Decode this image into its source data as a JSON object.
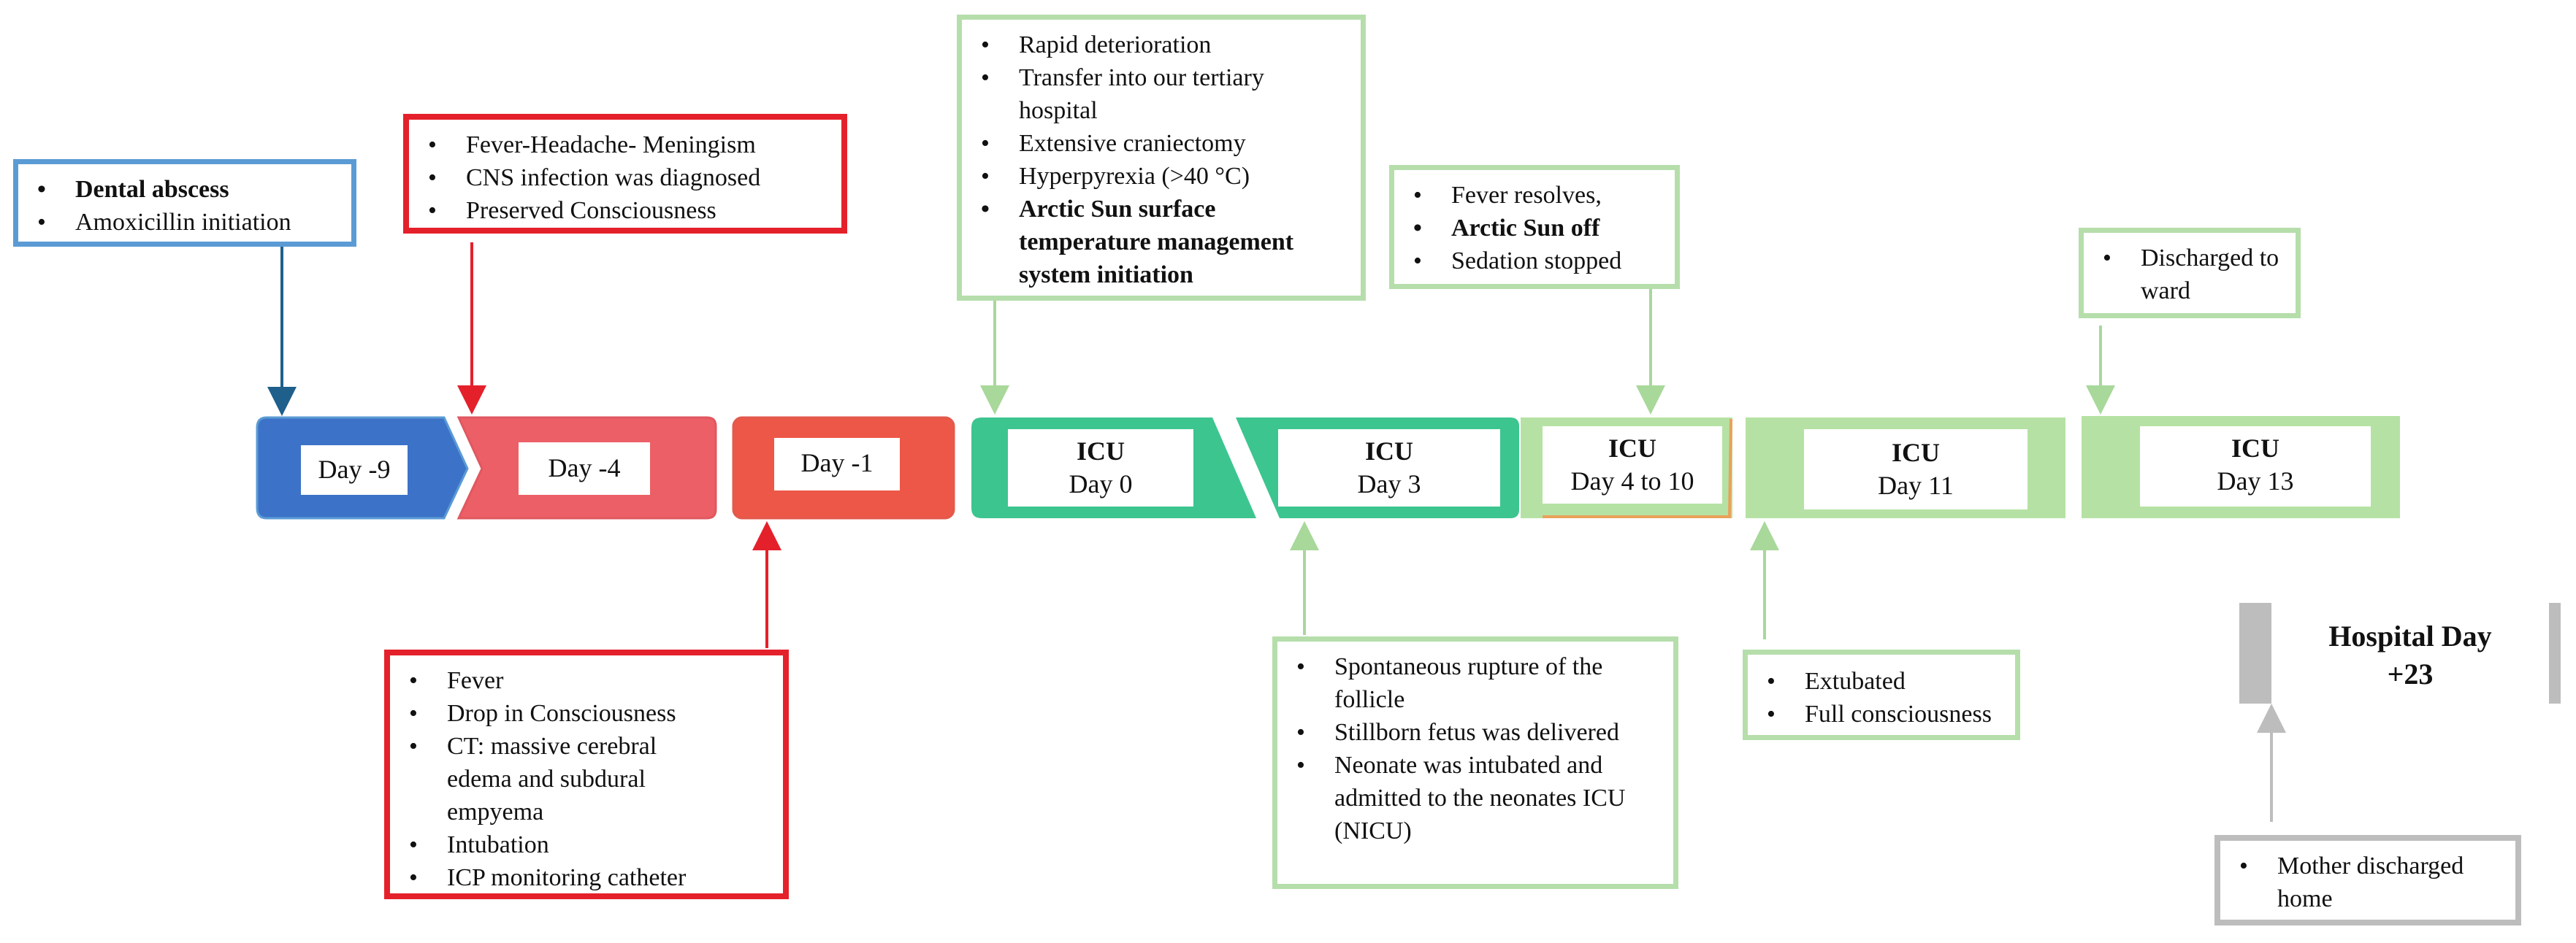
{
  "colors": {
    "blue": "#3c73c8",
    "blue_border": "#5b9bd5",
    "blue_arrow": "#1f5f8b",
    "salmon": "#ec5f66",
    "red": "#e4212b",
    "orange_red": "#ec5748",
    "teal": "#3cc58f",
    "light_green": "#b5e2a4",
    "note_green": "#b6deab",
    "gray": "#bdbdbd"
  },
  "timeline": [
    {
      "line1": "Day  -9",
      "line2": ""
    },
    {
      "line1": "Day  -4",
      "line2": ""
    },
    {
      "line1": "Day  -1",
      "line2": ""
    },
    {
      "line1": "ICU",
      "line2": "Day 0"
    },
    {
      "line1": "ICU",
      "line2": "Day 3"
    },
    {
      "line1": "ICU",
      "line2": "Day 4 to 10"
    },
    {
      "line1": "ICU",
      "line2": "Day 11"
    },
    {
      "line1": "ICU",
      "line2": "Day 13"
    }
  ],
  "notes": {
    "dental": [
      "Dental abscess",
      "Amoxicillin initiation"
    ],
    "day_minus4": [
      "Fever-Headache- Meningism",
      "CNS infection was diagnosed",
      "Preserved Consciousness"
    ],
    "day_minus1": [
      "Fever",
      "Drop in Consciousness",
      "CT: massive cerebral edema and subdural empyema",
      "Intubation",
      "ICP monitoring catheter"
    ],
    "day0": [
      "Rapid deterioration",
      "Transfer  into our tertiary hospital",
      "Extensive craniectomy",
      "Hyperpyrexia (>40 °C)",
      "Arctic Sun surface temperature management system initiation"
    ],
    "day3": [
      "Spontaneous rupture of the follicle",
      "Stillborn fetus was delivered",
      "Neonate was intubated and admitted to the neonates ICU (NICU)"
    ],
    "day4": [
      "Fever resolves,",
      "Arctic Sun off",
      "Sedation stopped"
    ],
    "day11": [
      "Extubated",
      "Full consciousness"
    ],
    "day13": [
      "Discharged to ward"
    ],
    "mother": [
      "Mother discharged home"
    ]
  },
  "hospital_day": {
    "line1": "Hospital Day",
    "line2": "+23"
  }
}
